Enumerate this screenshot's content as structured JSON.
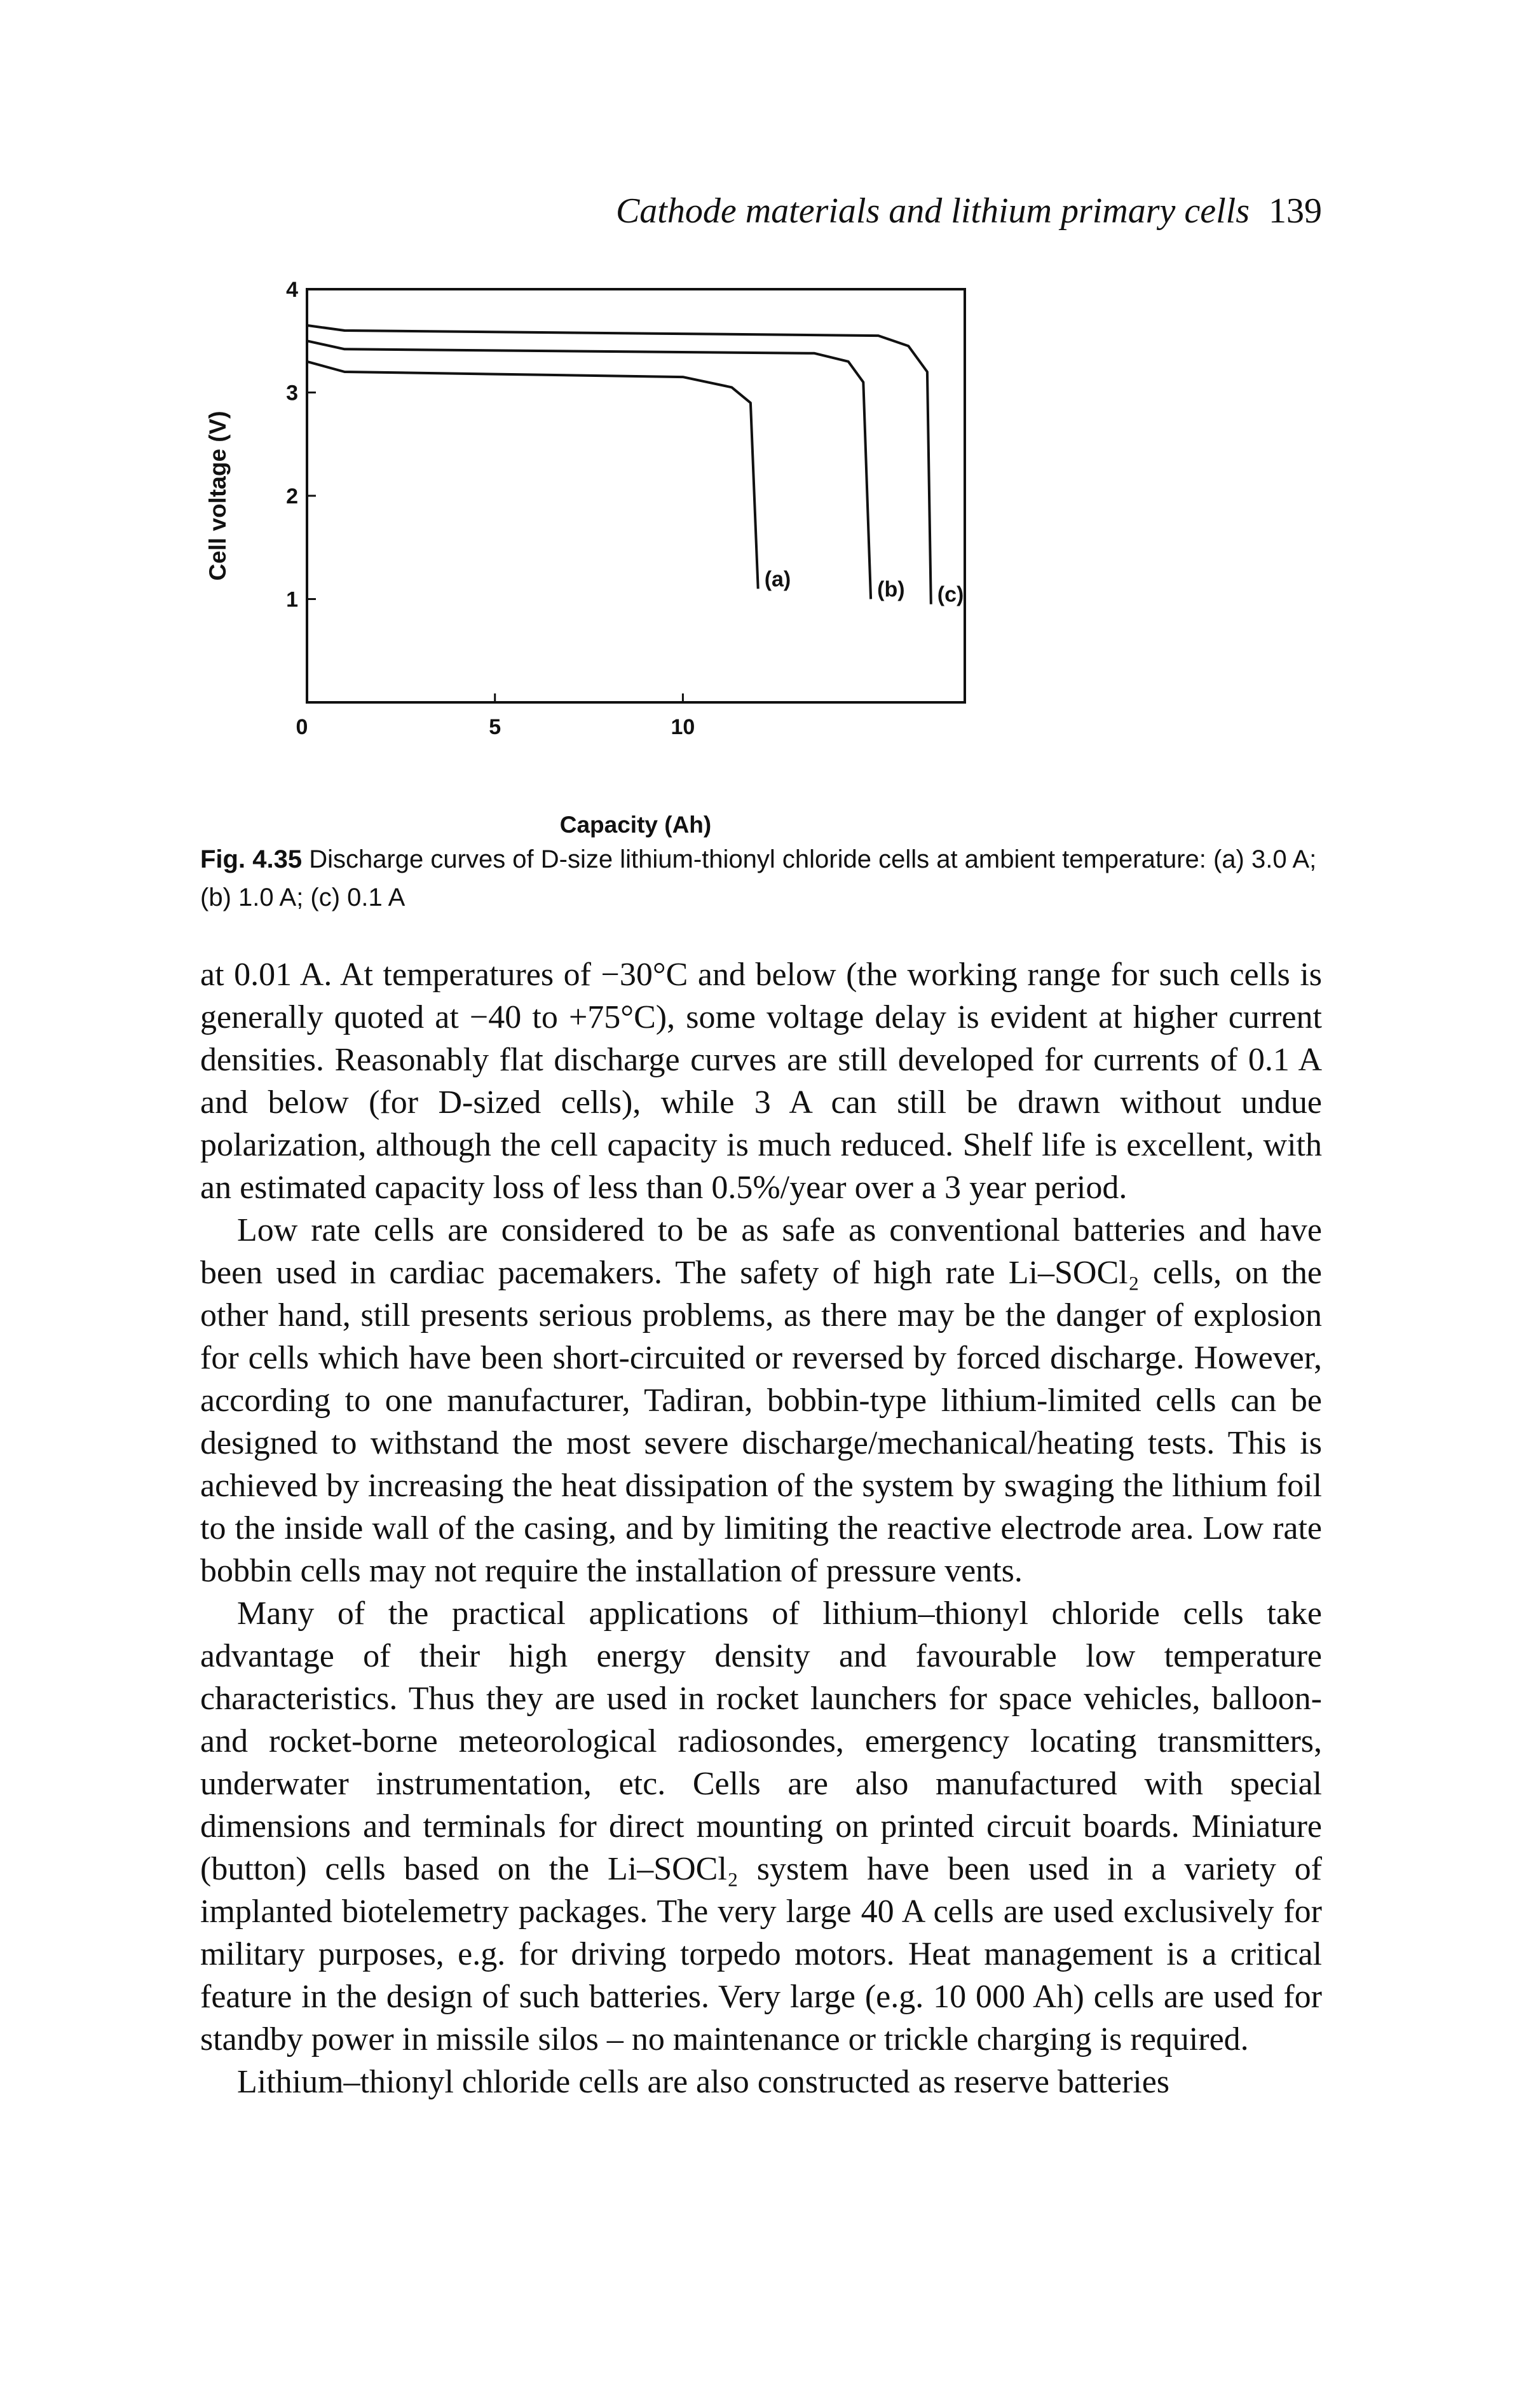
{
  "running_head": {
    "title": "Cathode materials and lithium primary cells",
    "page_number": "139"
  },
  "figure": {
    "label": "Fig. 4.35",
    "caption": "Discharge curves of D-size lithium-thionyl chloride cells at ambient temperature: (a) 3.0 A; (b) 1.0 A; (c) 0.1 A"
  },
  "chart_data": {
    "type": "line",
    "title": "",
    "xlabel": "Capacity (Ah)",
    "ylabel": "Cell voltage (V)",
    "xlim": [
      0,
      17.5
    ],
    "ylim": [
      0,
      4
    ],
    "x_ticks": [
      "0",
      "5",
      "10"
    ],
    "y_ticks": [
      "1",
      "2",
      "3",
      "4"
    ],
    "grid": false,
    "series": [
      {
        "name": "(a)",
        "x": [
          0,
          1,
          10,
          11.3,
          11.8,
          12.0
        ],
        "y": [
          3.3,
          3.2,
          3.15,
          3.05,
          2.9,
          1.1
        ]
      },
      {
        "name": "(b)",
        "x": [
          0,
          1,
          13.5,
          14.4,
          14.8,
          15.0
        ],
        "y": [
          3.5,
          3.42,
          3.38,
          3.3,
          3.1,
          1.0
        ]
      },
      {
        "name": "(c)",
        "x": [
          0,
          1,
          15.2,
          16.0,
          16.5,
          16.6
        ],
        "y": [
          3.65,
          3.6,
          3.55,
          3.45,
          3.2,
          0.95
        ]
      }
    ],
    "annotations": [
      "(a)",
      "(b)",
      "(c)"
    ]
  },
  "paragraphs": [
    "at 0.01 A. At temperatures of −30°C and below (the working range for such cells is generally quoted at −40 to +75°C), some voltage delay is evident at higher current densities. Reasonably flat discharge curves are still developed for currents of 0.1 A and below (for D-sized cells), while 3 A can still be drawn without undue polarization, although the cell capacity is much reduced. Shelf life is excellent, with an estimated capacity loss of less than 0.5%/year over a 3 year period.",
    "Low rate cells are considered to be as safe as conventional batteries and have been used in cardiac pacemakers. The safety of high rate Li–SOCl₂ cells, on the other hand, still presents serious problems, as there may be the danger of explosion for cells which have been short-circuited or reversed by forced discharge. However, according to one manufacturer, Tadiran, bobbin-type lithium-limited cells can be designed to withstand the most severe discharge/mechanical/heating tests. This is achieved by increasing the heat dissipation of the system by swaging the lithium foil to the inside wall of the casing, and by limiting the reactive electrode area. Low rate bobbin cells may not require the installation of pressure vents.",
    "Many of the practical applications of lithium–thionyl chloride cells take advantage of their high energy density and favourable low temperature characteristics. Thus they are used in rocket launchers for space vehicles, balloon- and rocket-borne meteorological radiosondes, emergency locating transmitters, underwater instrumentation, etc. Cells are also manufactured with special dimensions and terminals for direct mounting on printed circuit boards. Miniature (button) cells based on the Li–SOCl₂ system have been used in a variety of implanted biotelemetry packages. The very large 40 A cells are used exclusively for military purposes, e.g. for driving torpedo motors. Heat management is a critical feature in the design of such batteries. Very large (e.g. 10 000 Ah) cells are used for standby power in missile silos – no maintenance or trickle charging is required.",
    "Lithium–thionyl chloride cells are also constructed as reserve batteries"
  ]
}
